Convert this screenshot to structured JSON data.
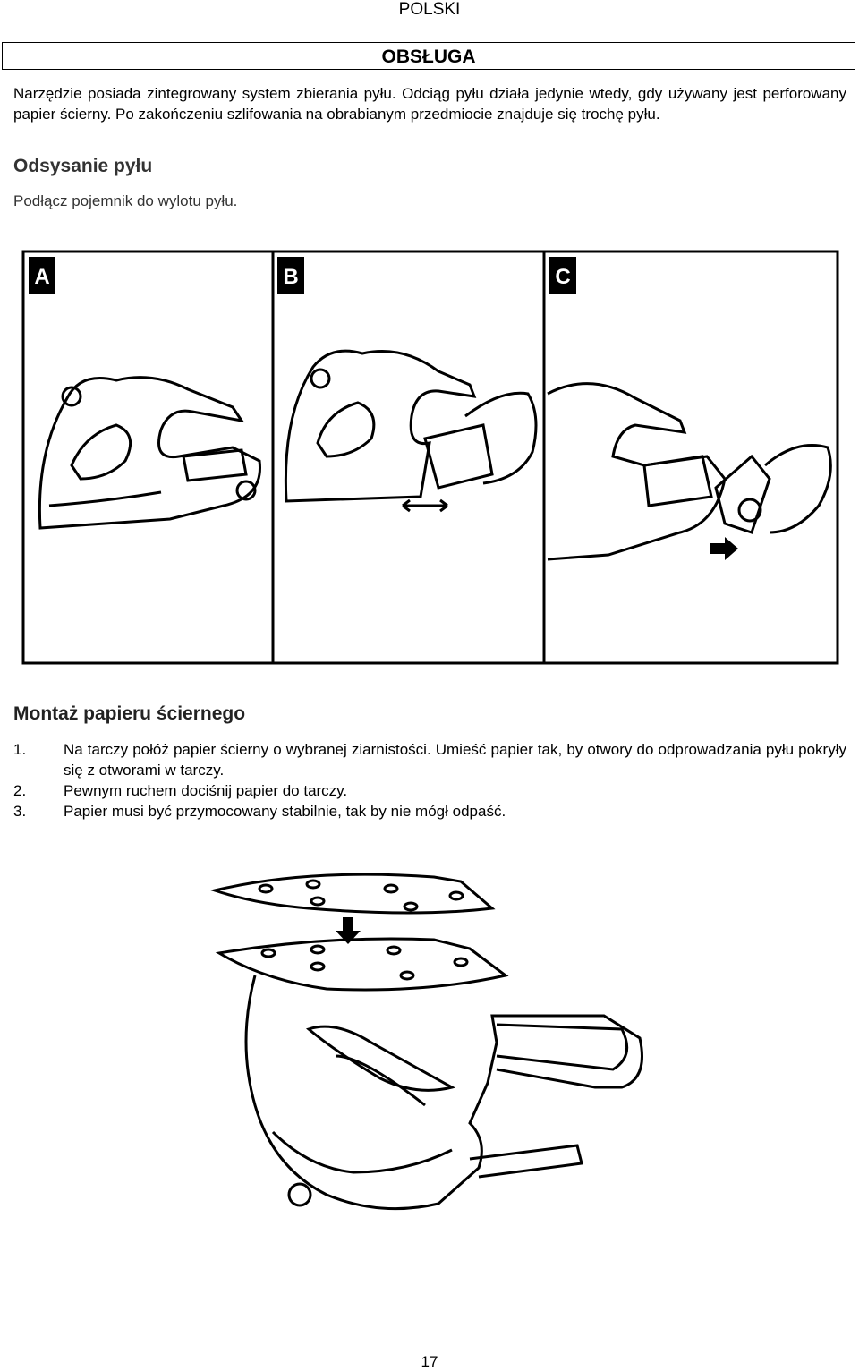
{
  "header": {
    "language": "POLSKI"
  },
  "section": {
    "title": "OBSŁUGA"
  },
  "intro": "Narzędzie posiada zintegrowany system zbierania pyłu. Odciąg pyłu działa jedynie wtedy, gdy używany jest perforowany papier ścierny. Po zakończeniu szlifowania na obrabianym przedmiocie znajduje się trochę pyłu.",
  "dust": {
    "heading": "Odsysanie pyłu",
    "instruction": "Podłącz pojemnik do wylotu pyłu.",
    "panels": [
      {
        "label": "A"
      },
      {
        "label": "B"
      },
      {
        "label": "C"
      }
    ]
  },
  "paper": {
    "heading": "Montaż papieru ściernego",
    "steps": [
      {
        "num": "1.",
        "text": "Na tarczy połóż papier ścierny o wybranej ziarnistości. Umieść papier tak, by otwory do odprowadzania pyłu pokryły się z otworami w tarczy."
      },
      {
        "num": "2.",
        "text": "Pewnym ruchem dociśnij papier do tarczy."
      },
      {
        "num": "3.",
        "text": "Papier musi być przymocowany stabilnie, tak by nie mógł odpaść."
      }
    ]
  },
  "footer": {
    "page_number": "17"
  }
}
